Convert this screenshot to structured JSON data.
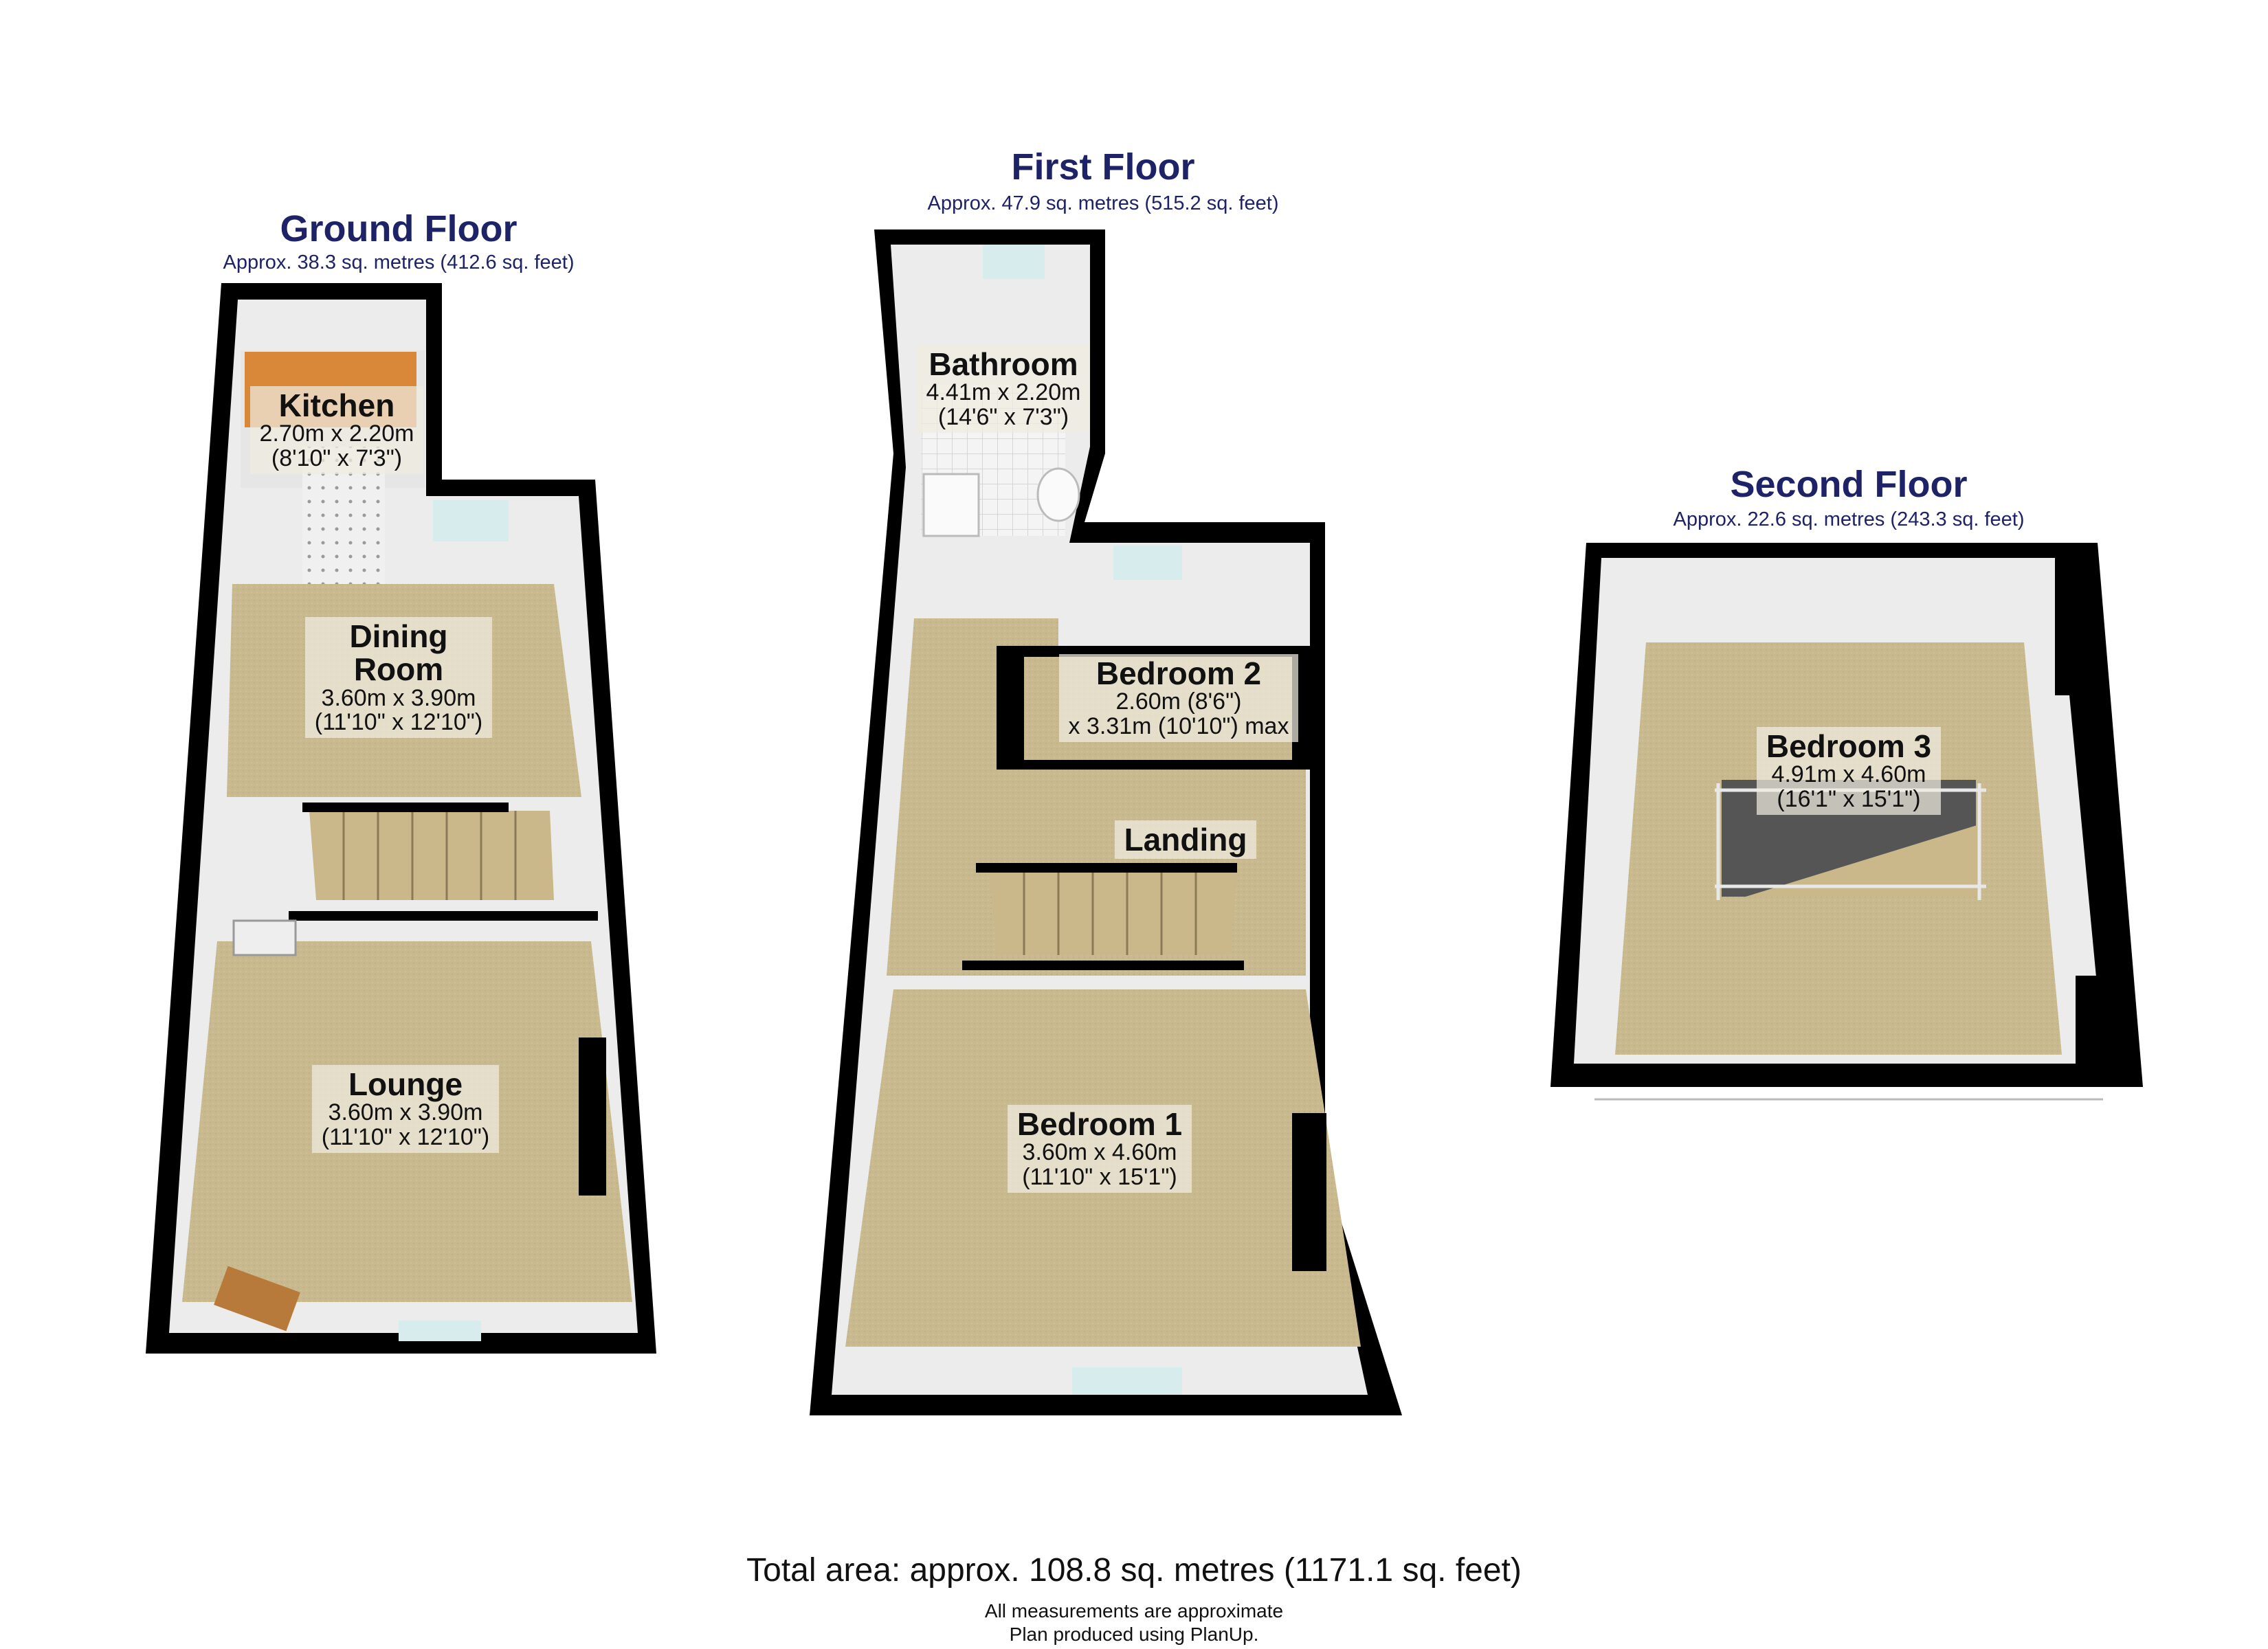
{
  "floors": [
    {
      "title": "Ground Floor",
      "area": "Approx. 38.3 sq. metres (412.6 sq. feet)"
    },
    {
      "title": "First Floor",
      "area": "Approx. 47.9 sq. metres (515.2 sq. feet)"
    },
    {
      "title": "Second Floor",
      "area": "Approx. 22.6 sq. metres (243.3 sq. feet)"
    }
  ],
  "rooms": {
    "kitchen": {
      "name": "Kitchen",
      "dim1": "2.70m x 2.20m",
      "dim2": "(8'10\" x 7'3\")"
    },
    "dining": {
      "name": "Dining\nRoom",
      "dim1": "3.60m x 3.90m",
      "dim2": "(11'10\" x 12'10\")"
    },
    "lounge": {
      "name": "Lounge",
      "dim1": "3.60m x 3.90m",
      "dim2": "(11'10\" x 12'10\")"
    },
    "bathroom": {
      "name": "Bathroom",
      "dim1": "4.41m x 2.20m",
      "dim2": "(14'6\" x 7'3\")"
    },
    "bedroom2": {
      "name": "Bedroom 2",
      "dim1": "2.60m (8'6\")",
      "dim2": "x 3.31m (10'10\") max"
    },
    "landing": {
      "name": "Landing"
    },
    "bedroom1": {
      "name": "Bedroom 1",
      "dim1": "3.60m x 4.60m",
      "dim2": "(11'10\" x 15'1\")"
    },
    "bedroom3": {
      "name": "Bedroom 3",
      "dim1": "4.91m x 4.60m",
      "dim2": "(16'1\" x 15'1\")"
    }
  },
  "footer": {
    "total": "Total area: approx. 108.8 sq. metres (1171.1 sq. feet)",
    "note1": "All measurements are approximate",
    "note2": "Plan produced using PlanUp."
  },
  "colors": {
    "wall": "#000000",
    "floor_carpet": "#c9b98f",
    "inner_wall": "#ececec",
    "title": "#1d2366",
    "kitchen_worktop": "#d9883a",
    "bathroom_tile": "#f2f2f2"
  }
}
